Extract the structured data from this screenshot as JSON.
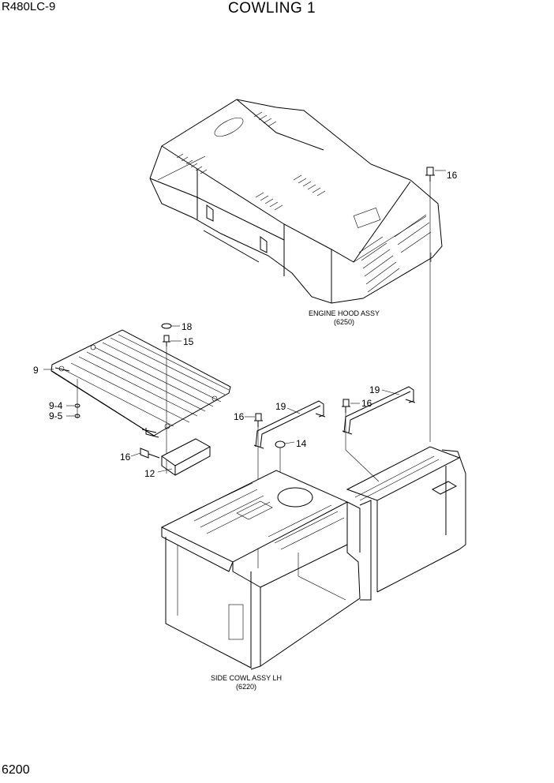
{
  "header": {
    "model": "R480LC-9",
    "title": "COWLING 1"
  },
  "footer": {
    "page_number": "6200"
  },
  "assemblies": {
    "engine_hood": {
      "name": "ENGINE HOOD ASSY",
      "ref": "(6250)"
    },
    "side_cowl": {
      "name": "SIDE COWL ASSY LH",
      "ref": "(6220)"
    }
  },
  "callouts": {
    "c16_top": "16",
    "c18": "18",
    "c15": "15",
    "c9": "9",
    "c9_4": "9-4",
    "c9_5": "9-5",
    "c19_left": "19",
    "c19_right": "19",
    "c16_mid_left": "16",
    "c16_mid_right": "16",
    "c14": "14",
    "c16_low": "16",
    "c12": "12"
  }
}
